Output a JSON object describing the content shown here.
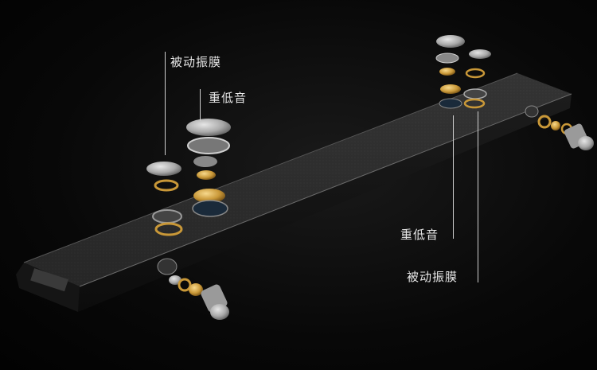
{
  "callouts": {
    "left_passive": "被动振膜",
    "left_bass": "重低音",
    "right_bass": "重低音",
    "right_passive": "被动振膜"
  }
}
